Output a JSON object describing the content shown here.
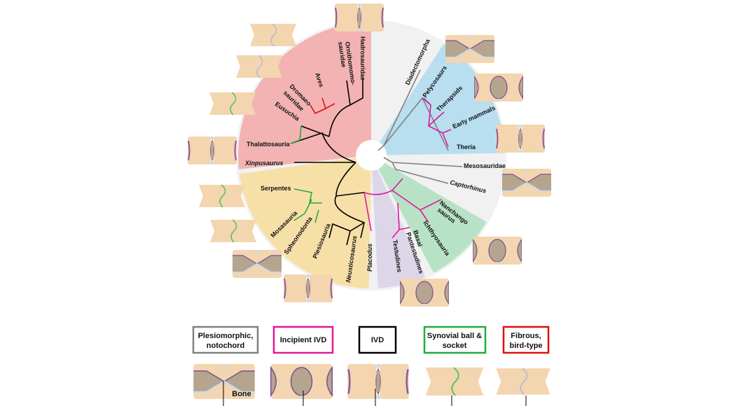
{
  "colors": {
    "plesiomorphic": "#808080",
    "incipient_ivd": "#e0189a",
    "ivd": "#000000",
    "synovial": "#22aa44",
    "fibrous": "#e01010",
    "sector_archosaur": "#f4b3b3",
    "sector_synapsid": "#b8def0",
    "sector_lepidosaur": "#f7e0a8",
    "sector_turtle": "#ddd6e8",
    "sector_ichthyo": "#b7e2c6",
    "background_disc": "#f1f1f1",
    "bone": "#f3d5b0",
    "notochord": "#b5a58e"
  },
  "taxa": {
    "hadrosauridae": "Hadrosauridae",
    "ornithomimo_1": "Ornithomomo-",
    "ornithomimo_2": "sauridae",
    "aves": "Aves",
    "dromaeo_1": "Dromaeo",
    "dromaeo_2": "sauridae",
    "eusuchia": "Eusuchia",
    "thalattosauria": "Thalattosauria",
    "xinpusaurus": "Xinpusaurus",
    "diadectomorpha": "Diadectomorpha",
    "pelycosaurs": "Pelycosaurs",
    "therapsids": "Therapsids",
    "early_mammals": "Early mammals",
    "theria": "Theria",
    "mesosauridae": "Mesosauridae",
    "captorhinus": "Captorhinus",
    "nanchango_1": "Nanchango",
    "nanchango_2": "saurus",
    "ichthyosauria": "Ichthyosauria",
    "basal_pantestudines_1": "Basal",
    "basal_pantestudines_2": "Pantestudines",
    "testudines": "Testudines",
    "placodus": "Placodus",
    "neusticosaurus": "Neusticosaurus",
    "plesiosauria": "Plesiosauria",
    "spheonodonta": "Spheonodonta",
    "mosasauria": "Mosasauria",
    "serpentes": "Serpentes"
  },
  "legend": [
    {
      "line1": "Plesiomorphic,",
      "line2": "notochord"
    },
    {
      "line1": "Incipient IVD",
      "line2": ""
    },
    {
      "line1": "IVD",
      "line2": ""
    },
    {
      "line1": "Synovial ball &",
      "line2": "socket"
    },
    {
      "line1": "Fibrous,",
      "line2": "bird-type"
    }
  ],
  "bone_label": "Bone"
}
